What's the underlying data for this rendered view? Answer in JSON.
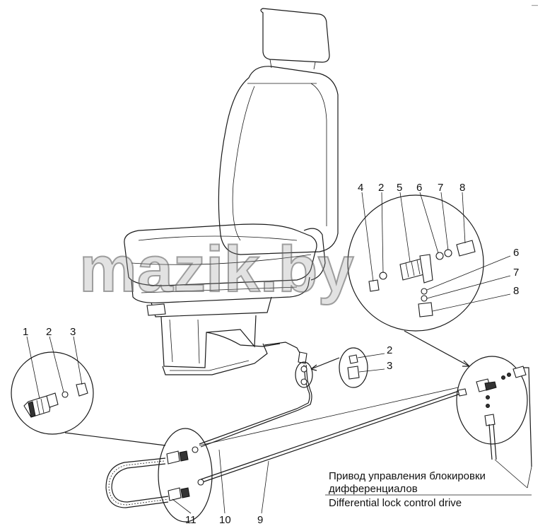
{
  "watermark": "mazik.by",
  "corner_mark": "—",
  "caption": {
    "ru_line1": "Привод управления блокировки",
    "ru_line2": "дифференциалов",
    "en": "Differential lock control drive"
  },
  "callouts": {
    "top_right": [
      "4",
      "2",
      "5",
      "6",
      "7",
      "8"
    ],
    "right_side": [
      "6",
      "7",
      "8"
    ],
    "left": [
      "1",
      "2",
      "3"
    ],
    "middle": [
      "2",
      "3"
    ],
    "bottom": [
      "11",
      "10",
      "9"
    ]
  },
  "colors": {
    "line": "#1a1a1a",
    "watermark": "#969696"
  }
}
